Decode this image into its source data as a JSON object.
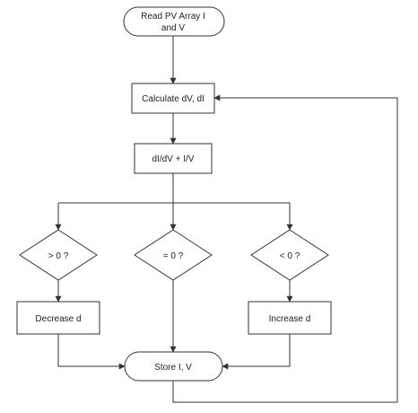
{
  "diagram": {
    "nodes": [
      {
        "id": "read",
        "shape": "terminal",
        "lines": [
          "Read PV Array I",
          "and V"
        ]
      },
      {
        "id": "calc",
        "shape": "process",
        "lines": [
          "Calculate dV, dI"
        ]
      },
      {
        "id": "ratio",
        "shape": "process",
        "lines": [
          "dI/dV + I/V"
        ]
      },
      {
        "id": "gt",
        "shape": "decision",
        "lines": [
          "> 0 ?"
        ]
      },
      {
        "id": "eq",
        "shape": "decision",
        "lines": [
          "= 0 ?"
        ]
      },
      {
        "id": "lt",
        "shape": "decision",
        "lines": [
          "< 0 ?"
        ]
      },
      {
        "id": "dec",
        "shape": "process",
        "lines": [
          "Decrease d"
        ]
      },
      {
        "id": "inc",
        "shape": "process",
        "lines": [
          "Increase d"
        ]
      },
      {
        "id": "store",
        "shape": "terminal",
        "lines": [
          "Store I, V"
        ]
      }
    ],
    "edges": [
      {
        "from": "read",
        "to": "calc"
      },
      {
        "from": "calc",
        "to": "ratio"
      },
      {
        "from": "ratio",
        "to": "gt"
      },
      {
        "from": "ratio",
        "to": "eq"
      },
      {
        "from": "ratio",
        "to": "lt"
      },
      {
        "from": "gt",
        "to": "dec"
      },
      {
        "from": "lt",
        "to": "inc"
      },
      {
        "from": "dec",
        "to": "store"
      },
      {
        "from": "eq",
        "to": "store"
      },
      {
        "from": "inc",
        "to": "store"
      },
      {
        "from": "store",
        "to": "calc"
      }
    ]
  }
}
